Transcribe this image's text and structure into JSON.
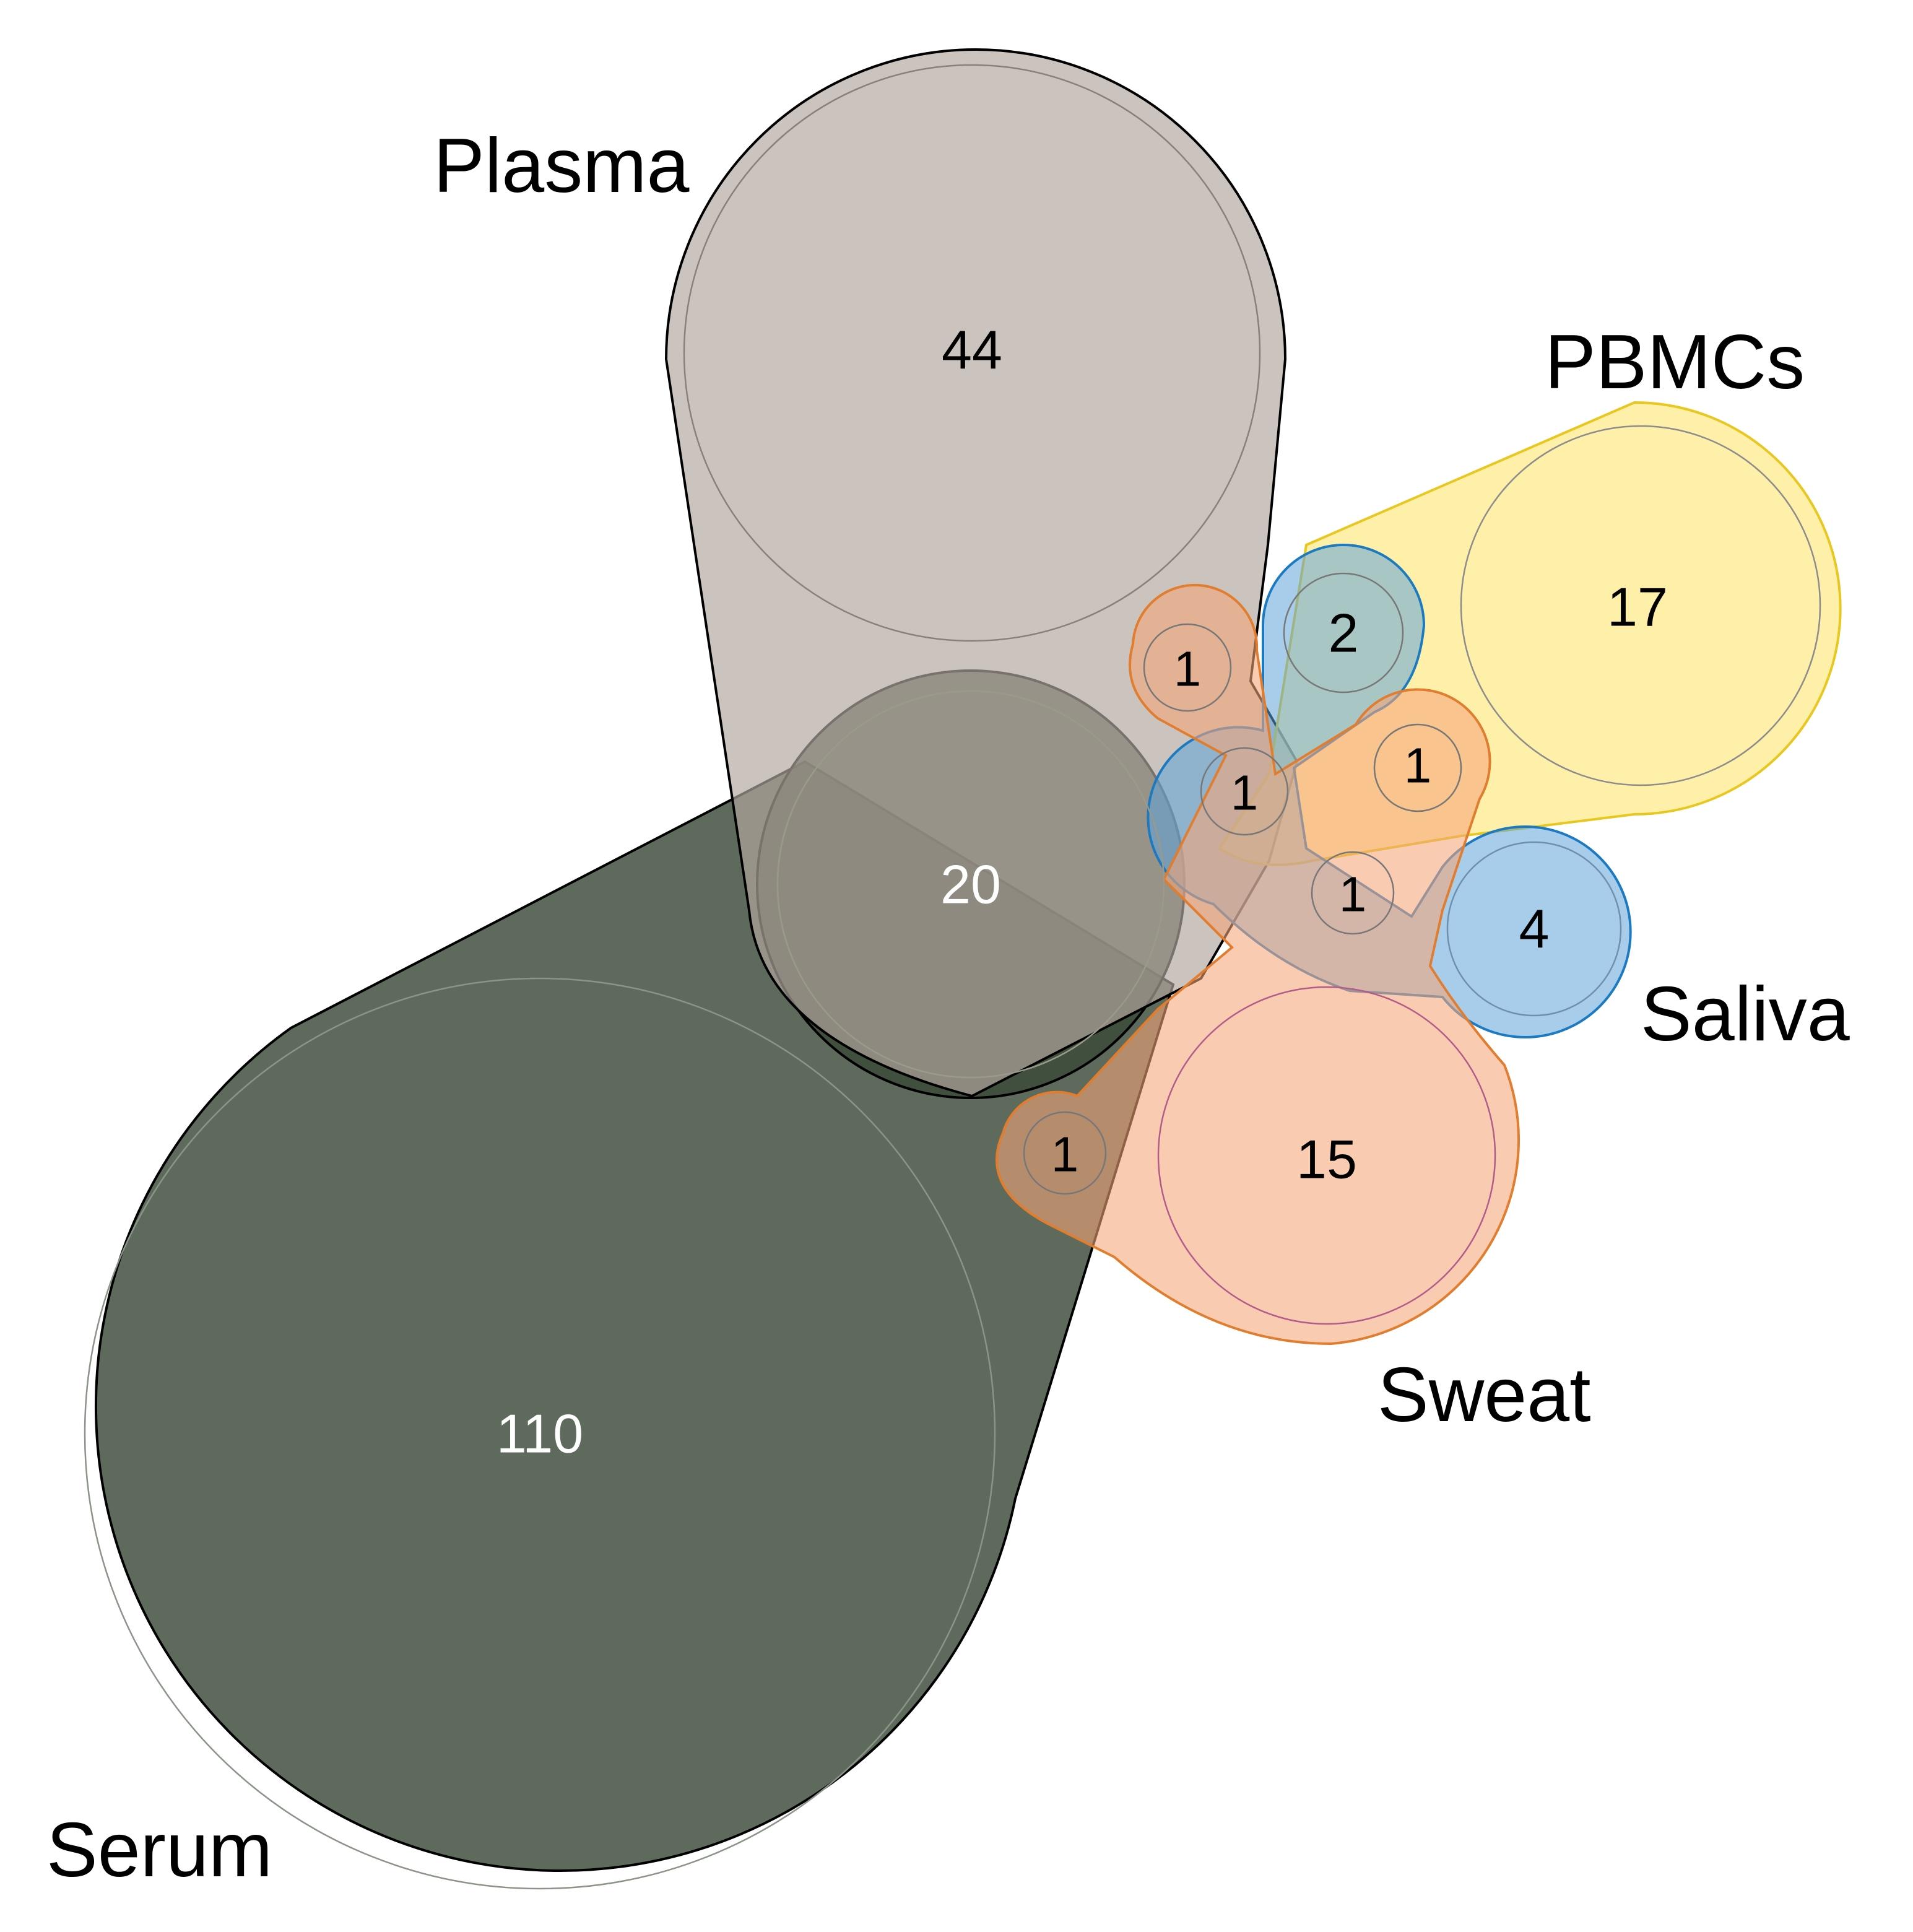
{
  "sets": [
    {
      "name": "Plasma",
      "color": "#c9c0b9",
      "stroke": "#000000"
    },
    {
      "name": "Serum",
      "color": "#3a4a38",
      "stroke": "#000000"
    },
    {
      "name": "PBMCs",
      "color": "#fcea8c",
      "stroke": "#e8c81e"
    },
    {
      "name": "Saliva",
      "color": "#7fb6df",
      "stroke": "#1b7ac0"
    },
    {
      "name": "Sweat",
      "color": "#f7c2a1",
      "stroke": "#e07d2e"
    }
  ],
  "regions": [
    {
      "id": "plasma-only",
      "sets": [
        "Plasma"
      ],
      "count": "44"
    },
    {
      "id": "serum-only",
      "sets": [
        "Serum"
      ],
      "count": "110"
    },
    {
      "id": "plasma-serum",
      "sets": [
        "Plasma",
        "Serum"
      ],
      "count": "20"
    },
    {
      "id": "pbmcs-only",
      "sets": [
        "PBMCs"
      ],
      "count": "17"
    },
    {
      "id": "saliva-only",
      "sets": [
        "Saliva"
      ],
      "count": "4"
    },
    {
      "id": "sweat-only",
      "sets": [
        "Sweat"
      ],
      "count": "15"
    },
    {
      "id": "pbmcs-saliva",
      "sets": [
        "PBMCs",
        "Saliva"
      ],
      "count": "2"
    },
    {
      "id": "plasma-sweat",
      "sets": [
        "Plasma",
        "Sweat"
      ],
      "count": "1"
    },
    {
      "id": "plasma-saliva-pbmcs",
      "sets": [
        "Plasma",
        "Saliva",
        "PBMCs"
      ],
      "count": "1"
    },
    {
      "id": "pbmcs-sweat",
      "sets": [
        "PBMCs",
        "Sweat"
      ],
      "count": "1"
    },
    {
      "id": "plasma-saliva-sweat",
      "sets": [
        "Plasma",
        "Saliva",
        "Sweat"
      ],
      "count": "1"
    },
    {
      "id": "serum-sweat",
      "sets": [
        "Serum",
        "Sweat"
      ],
      "count": "1"
    }
  ]
}
